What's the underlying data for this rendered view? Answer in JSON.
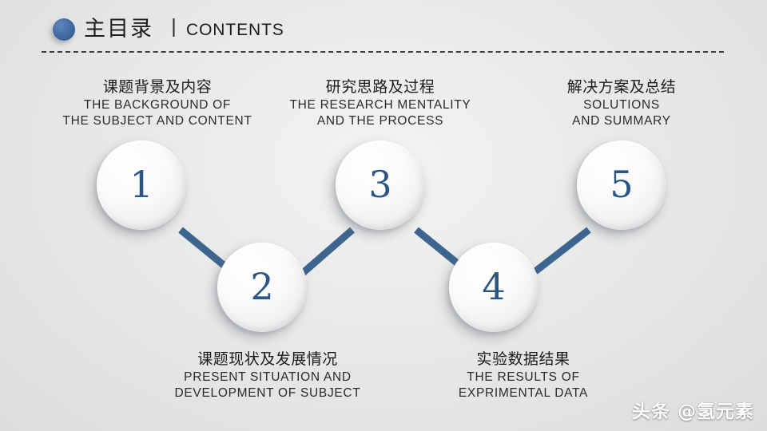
{
  "header": {
    "title_cn": "主目录",
    "separator": "丨",
    "title_en": "CONTENTS",
    "dot_color": "#41699f",
    "rule_color": "#3c3c3c"
  },
  "theme": {
    "background": "#e9eaea",
    "accent_blue": "#2d5584",
    "connector_blue": "#3d6590",
    "number_color": "#2d5584"
  },
  "steps": [
    {
      "number": "1",
      "title_cn": "课题背景及内容",
      "title_en_line1": "THE BACKGROUND OF",
      "title_en_line2": "THE SUBJECT AND CONTENT",
      "position": "top"
    },
    {
      "number": "2",
      "title_cn": "课题现状及发展情况",
      "title_en_line1": "PRESENT SITUATION AND",
      "title_en_line2": "DEVELOPMENT OF SUBJECT",
      "position": "bottom"
    },
    {
      "number": "3",
      "title_cn": "研究思路及过程",
      "title_en_line1": "THE RESEARCH MENTALITY",
      "title_en_line2": "AND THE PROCESS",
      "position": "top"
    },
    {
      "number": "4",
      "title_cn": "实验数据结果",
      "title_en_line1": "THE RESULTS OF",
      "title_en_line2": "EXPRIMENTAL DATA",
      "position": "bottom"
    },
    {
      "number": "5",
      "title_cn": "解决方案及总结",
      "title_en_line1": "SOLUTIONS",
      "title_en_line2": "AND SUMMARY",
      "position": "top"
    }
  ],
  "watermark": {
    "text": "头条 @氢元素"
  }
}
